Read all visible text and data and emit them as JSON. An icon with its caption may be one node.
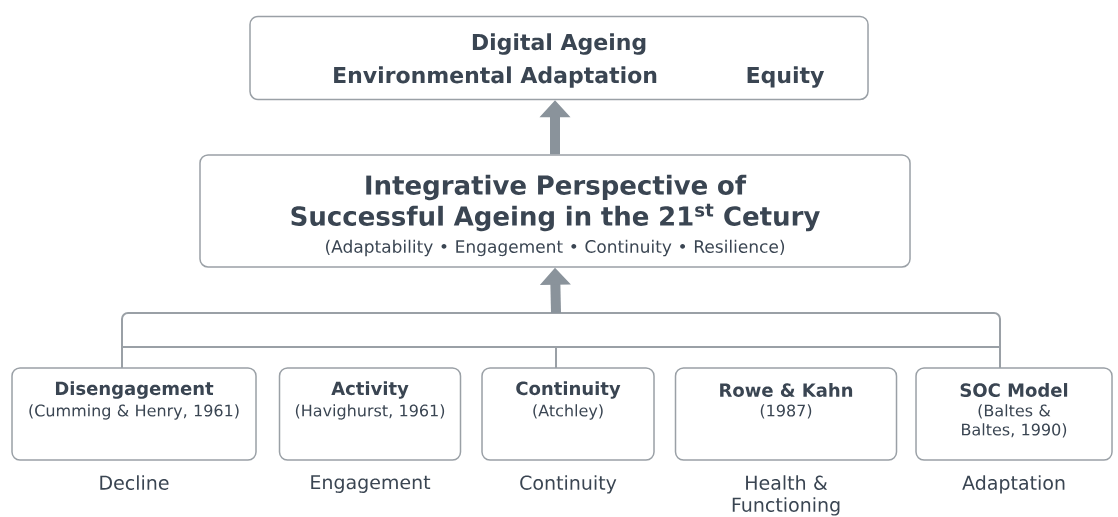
{
  "diagram": {
    "nodes": [
      {
        "text": [
          "Digital Ageing",
          "Environmental Adaptation",
          "Equity"
        ]
      },
      {
        "text": [
          "Integrative Perspective of Successful Ageing in the 21$^{st}$ Cetury",
          "(Adaptability • Engagement • Continuity • Resilience)"
        ]
      },
      {
        "text": [
          "Disengagement",
          "(Cumming & Henry, 1961)"
        ],
        "beside": [
          "Decline"
        ]
      },
      {
        "text": [
          "Activity",
          "(Havighurst, 1961)"
        ],
        "beside": [
          "Engagement"
        ]
      },
      {
        "text": [
          "Continuity",
          "(Atchley)"
        ],
        "beside": [
          "Continuity"
        ]
      },
      {
        "text": [
          "Rowe & Kahn",
          "(1987)"
        ],
        "beside": [
          "Health & Functioning"
        ]
      },
      {
        "text": [
          "SOC Model",
          "(Baltes & Baltes, 1990)"
        ],
        "beside": [
          "Adaptation"
        ]
      }
    ],
    "edges": [
      {
        "from": 1,
        "to": 0,
        "arrow": "to",
        "style": "thick"
      },
      {
        "from": 2,
        "to": 1,
        "arrow": "to"
      },
      {
        "from": 4,
        "to": 1,
        "arrow": "to"
      },
      {
        "from": 6,
        "to": 1,
        "arrow": "to"
      }
    ]
  }
}
